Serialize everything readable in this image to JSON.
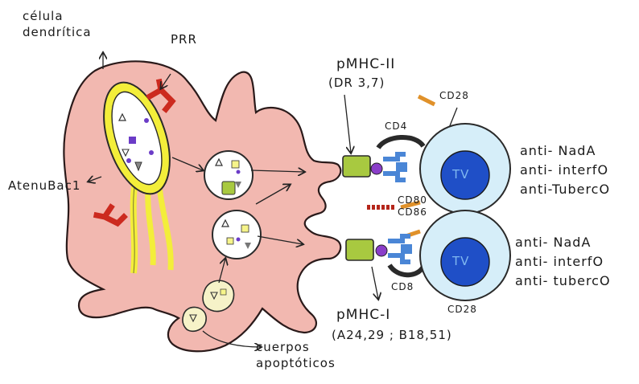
{
  "labels": {
    "dendritic_cell": [
      "célula",
      "dendrítica"
    ],
    "prr": "PRR",
    "pmhc2": "pMHC-II",
    "pmhc2_alleles": "(DR 3,7)",
    "cd28_top": "CD28",
    "cd4": "CD4",
    "cd80": "CD80",
    "cd86": "CD86",
    "atenubac": "AtenuBac1",
    "cd8": "CD8",
    "cd28_bottom": "CD28",
    "pmhc1": "pMHC-I",
    "pmhc1_alleles": "(A24,29 ; B18,51)",
    "apoptotic": [
      "cuerpos",
      "apoptóticos"
    ],
    "tcell_top": "TV",
    "tcell_bottom": "TV"
  },
  "antibodies_top": [
    "anti- NadA",
    "anti- interfO",
    "anti-TubercO"
  ],
  "antibodies_bottom": [
    "anti- NadA",
    "anti- interfO",
    "anti- tubercO"
  ],
  "colors": {
    "dendritic_cell": "#f2b8b0",
    "bacterium": "#f3ee3a",
    "prr": "#cc2a1f",
    "mhc": "#a8c940",
    "tcr": "#4a86d6",
    "tcell_membrane": "#d6eef9",
    "tcell_nucleus": "#1f4fc7",
    "peptide": "#8a3ec9",
    "costim": "#b5261b",
    "cd28": "#e0912a"
  }
}
